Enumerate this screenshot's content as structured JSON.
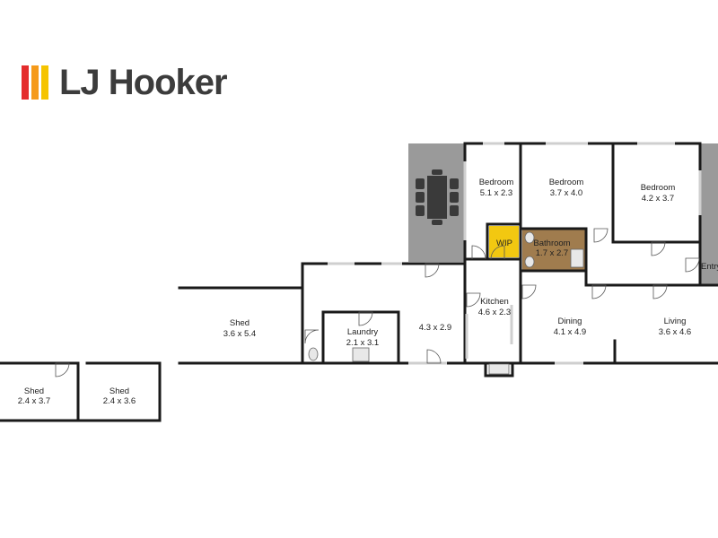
{
  "brand": {
    "name": "LJ Hooker",
    "colors": {
      "red": "#e42c2c",
      "orange": "#f59a1a",
      "yellow": "#f5c400",
      "text": "#3c3c3c"
    }
  },
  "plan": {
    "colors": {
      "deck": "#9a9a9a",
      "wip": "#f2c811",
      "bathroom": "#a07c4e",
      "wall": "#1a1a1a"
    },
    "rooms": [
      {
        "id": "bedroom-1",
        "name": "Bedroom",
        "dims": "5.1 x 2.3"
      },
      {
        "id": "bedroom-2",
        "name": "Bedroom",
        "dims": "3.7 x 4.0"
      },
      {
        "id": "bedroom-3",
        "name": "Bedroom",
        "dims": "4.2 x 3.7"
      },
      {
        "id": "wip",
        "name": "WIP",
        "dims": ""
      },
      {
        "id": "bathroom",
        "name": "Bathroom",
        "dims": "1.7 x 2.7"
      },
      {
        "id": "entry",
        "name": "Entry",
        "dims": ""
      },
      {
        "id": "kitchen",
        "name": "Kitchen",
        "dims": "4.6 x 2.3"
      },
      {
        "id": "dining",
        "name": "Dining",
        "dims": "4.1 x 4.9"
      },
      {
        "id": "living",
        "name": "Living",
        "dims": "3.6 x 4.6"
      },
      {
        "id": "utility",
        "name": "",
        "dims": "4.3 x 2.9"
      },
      {
        "id": "laundry",
        "name": "Laundry",
        "dims": "2.1 x 3.1"
      },
      {
        "id": "shed-main",
        "name": "Shed",
        "dims": "3.6 x 5.4"
      },
      {
        "id": "shed-a",
        "name": "Shed",
        "dims": "2.4 x 3.7"
      },
      {
        "id": "shed-b",
        "name": "Shed",
        "dims": "2.4 x 3.6"
      }
    ]
  }
}
